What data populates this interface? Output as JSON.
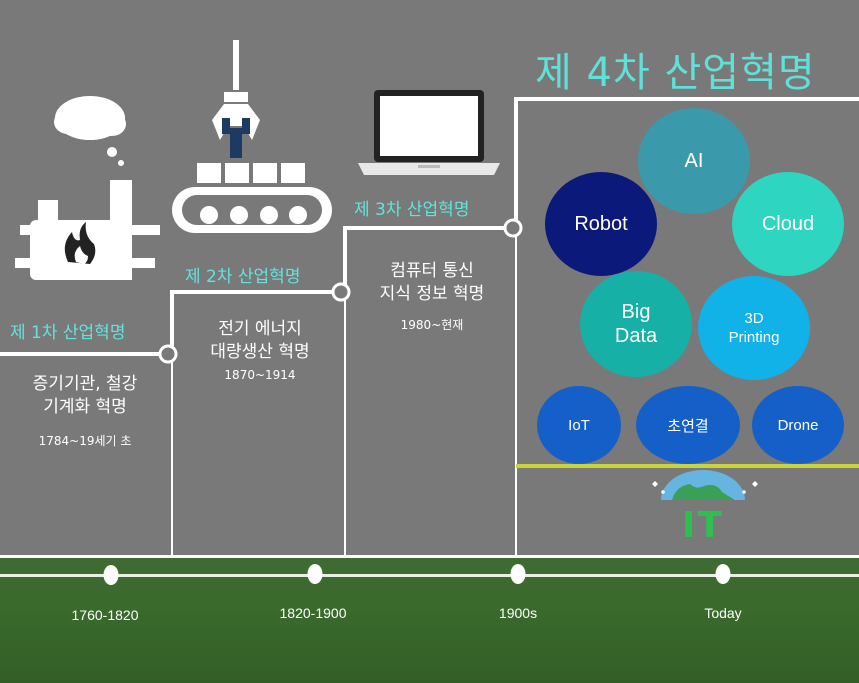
{
  "eras": [
    {
      "title": "제 1차 산업혁명",
      "desc_line1": "증기기관, 철강",
      "desc_line2": "기계화 혁명",
      "years": "1784~19세기 초"
    },
    {
      "title": "제 2차 산업혁명",
      "desc_line1": "전기 에너지",
      "desc_line2": "대량생산 혁명",
      "years": "1870~1914"
    },
    {
      "title": "제 3차 산업혁명",
      "desc_line1": "컴퓨터 통신",
      "desc_line2": "지식 정보 혁명",
      "years": "1980~현재"
    }
  ],
  "fourth": {
    "title": "제 4차 산업혁명",
    "techs": [
      {
        "label": "AI",
        "color": "#3a9aab"
      },
      {
        "label": "Robot",
        "color": "#0b1a7a"
      },
      {
        "label": "Cloud",
        "color": "#2ed6c2"
      },
      {
        "label_line1": "Big",
        "label_line2": "Data",
        "color": "#16b0a6"
      },
      {
        "label_line1": "3D",
        "label_line2": "Printing",
        "color": "#10b2e8"
      },
      {
        "label": "IoT",
        "color": "#1560c8"
      },
      {
        "label": "초연결",
        "color": "#1560c8"
      },
      {
        "label": "Drone",
        "color": "#1560c8"
      }
    ],
    "it_label": "IT"
  },
  "timeline": {
    "points": [
      "1760-1820",
      "1820-1900",
      "1900s",
      "Today"
    ]
  },
  "colors": {
    "accent": "#63e3dc",
    "baseline": "#c8d43a",
    "ground": "#3a6a2c"
  }
}
